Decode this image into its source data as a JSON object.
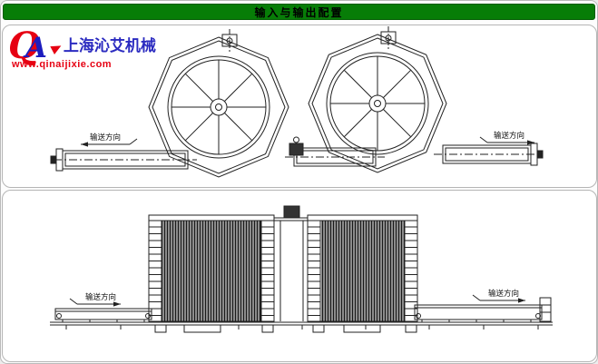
{
  "header": {
    "title": "输入与输出配置"
  },
  "logo": {
    "q": "Q",
    "a": "A",
    "name": "上海沁艾机械",
    "url": "www.qinaijixie.com"
  },
  "labels": {
    "direction": "输送方向"
  },
  "colors": {
    "header_bg": "#077d07",
    "brand_red": "#e60012",
    "brand_blue": "#1c1cbe",
    "drawing_line": "#222222"
  }
}
